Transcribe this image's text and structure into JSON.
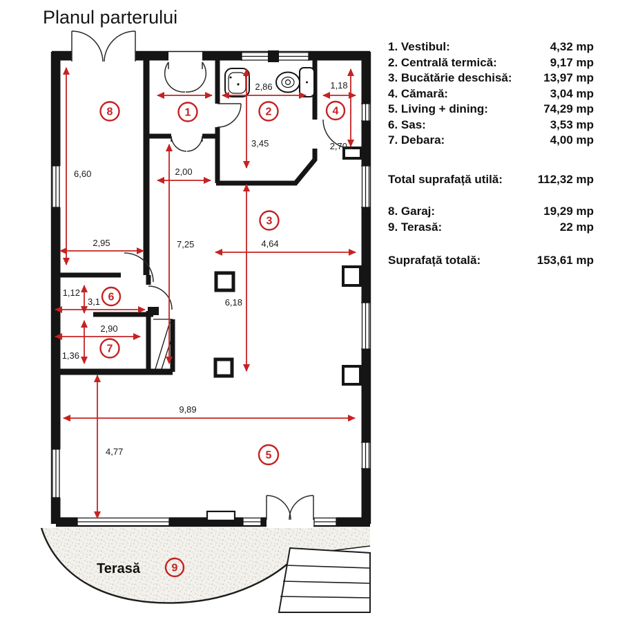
{
  "title": "Planul parterului",
  "legend": {
    "rooms": [
      {
        "label": "1. Vestibul:",
        "value": "4,32 mp"
      },
      {
        "label": "2. Centrală termică:",
        "value": "9,17 mp"
      },
      {
        "label": "3. Bucătărie deschisă:",
        "value": "13,97 mp"
      },
      {
        "label": "4. Cămară:",
        "value": "3,04 mp"
      },
      {
        "label": "5. Living + dining:",
        "value": "74,29 mp"
      },
      {
        "label": "6. Sas:",
        "value": "3,53 mp"
      },
      {
        "label": "7. Debara:",
        "value": "4,00 mp"
      }
    ],
    "total_utila": {
      "label": "Total suprafață utilă:",
      "value": "112,32 mp"
    },
    "extras": [
      {
        "label": "8. Garaj:",
        "value": "19,29 mp"
      },
      {
        "label": "9. Terasă:",
        "value": "22 mp"
      }
    ],
    "total": {
      "label": "Suprafață totală:",
      "value": "153,61 mp"
    }
  },
  "plan": {
    "rooms": {
      "r1": "1",
      "r2": "2",
      "r3": "3",
      "r4": "4",
      "r5": "5",
      "r6": "6",
      "r7": "7",
      "r8": "8",
      "r9": "9"
    },
    "dims": {
      "garage_height": "6,60",
      "garage_width": "2,95",
      "hall_width": "2,00",
      "room2_width": "2,86",
      "room2_height": "3,45",
      "room4_width": "1,18",
      "room4_height": "2,70",
      "kitchen_width": "4,64",
      "kitchen_height": "6,18",
      "left_height": "7,25",
      "sas_height": "1,12",
      "sas_width": "3,1",
      "debara_width": "2,90",
      "debara_height": "1,36",
      "living_width": "9,89",
      "living_height": "4,77"
    },
    "terrace_label": "Terasă",
    "colors": {
      "wall": "#151515",
      "dimension": "#c52222",
      "background": "#ffffff"
    }
  }
}
